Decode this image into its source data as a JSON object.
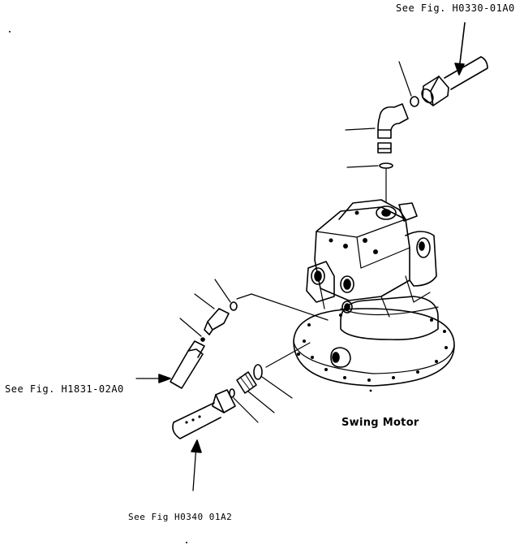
{
  "labels": {
    "ref_top": "See Fig. H0330-01A0",
    "ref_left": "See Fig. H1831-02A0",
    "ref_bottom": "See Fig H0340 01A2",
    "title": "Swing Motor"
  }
}
